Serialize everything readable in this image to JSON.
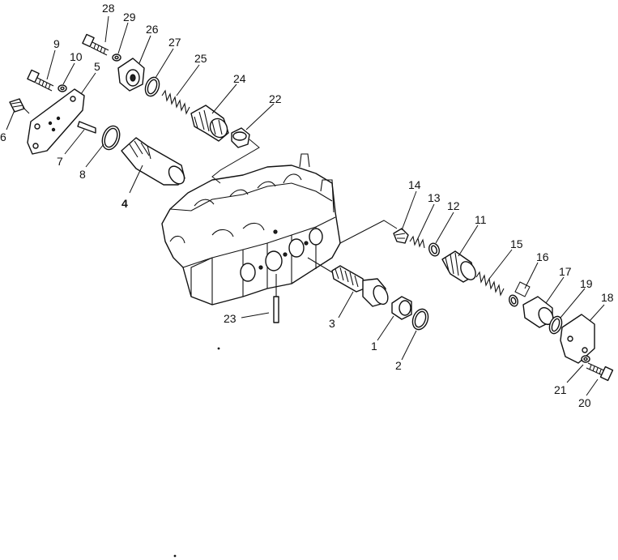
{
  "callouts": [
    {
      "id": "c28",
      "label": "28"
    },
    {
      "id": "c29",
      "label": "29"
    },
    {
      "id": "c26",
      "label": "26"
    },
    {
      "id": "c9",
      "label": "9"
    },
    {
      "id": "c10",
      "label": "10"
    },
    {
      "id": "c5a",
      "label": "5"
    },
    {
      "id": "c27",
      "label": "27"
    },
    {
      "id": "c25",
      "label": "25"
    },
    {
      "id": "c24",
      "label": "24"
    },
    {
      "id": "c22",
      "label": "22"
    },
    {
      "id": "c6",
      "label": "6"
    },
    {
      "id": "c7",
      "label": "7"
    },
    {
      "id": "c8",
      "label": "8"
    },
    {
      "id": "c4",
      "label": "4"
    },
    {
      "id": "c14",
      "label": "14"
    },
    {
      "id": "c13",
      "label": "13"
    },
    {
      "id": "c12",
      "label": "12"
    },
    {
      "id": "c11",
      "label": "11"
    },
    {
      "id": "c15",
      "label": "15"
    },
    {
      "id": "c16",
      "label": "16"
    },
    {
      "id": "c17",
      "label": "17"
    },
    {
      "id": "c19",
      "label": "19"
    },
    {
      "id": "c18",
      "label": "18"
    },
    {
      "id": "c23",
      "label": "23"
    },
    {
      "id": "c3",
      "label": "3"
    },
    {
      "id": "c1",
      "label": "1"
    },
    {
      "id": "c2",
      "label": "2"
    },
    {
      "id": "c21",
      "label": "21"
    },
    {
      "id": "c20",
      "label": "20"
    }
  ]
}
